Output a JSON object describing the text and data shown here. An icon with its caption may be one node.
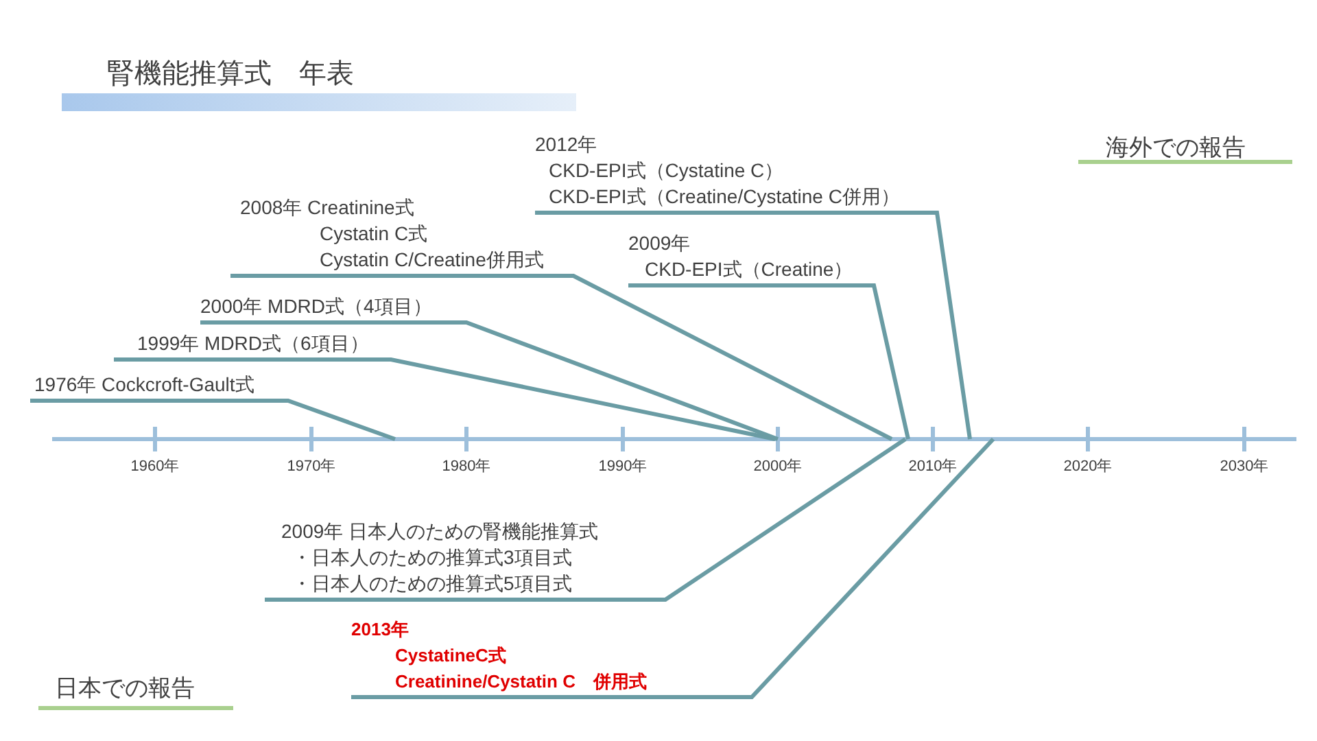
{
  "diagram": {
    "title": "腎機能推算式　年表",
    "nodes": [
      {
        "text": [
          "1976年 Cockcroft-Gault式"
        ]
      },
      {
        "text": [
          "1999年 MDRD式（6項目）"
        ]
      },
      {
        "text": [
          "2000年 MDRD式（4項目）"
        ]
      },
      {
        "text": [
          "2008年 Creatinine式",
          "Cystatin C式",
          "Cystatin C/Creatine併用式"
        ]
      },
      {
        "text": [
          "2009年",
          "CKD-EPI式（Creatine）"
        ]
      },
      {
        "text": [
          "2012年",
          "CKD-EPI式（Cystatine C）",
          "CKD-EPI式（Creatine/Cystatine C併用）"
        ]
      },
      {
        "text": [
          "2009年 日本人のための腎機能推算式",
          "・日本人のための推算式3項目式",
          "・日本人のための推算式5項目式"
        ]
      },
      {
        "text": [
          "2013年",
          "CystatineC式",
          "Creatinine/Cystatin C　併用式"
        ]
      }
    ],
    "edges": [
      {
        "from": 0,
        "to": null,
        "arrow": "none"
      },
      {
        "from": 1,
        "to": null,
        "arrow": "none"
      },
      {
        "from": 2,
        "to": null,
        "arrow": "none"
      },
      {
        "from": 3,
        "to": null,
        "arrow": "none"
      },
      {
        "from": 4,
        "to": null,
        "arrow": "none"
      },
      {
        "from": 5,
        "to": null,
        "arrow": "none"
      },
      {
        "from": 6,
        "to": null,
        "arrow": "none"
      },
      {
        "from": 7,
        "to": null,
        "arrow": "none"
      }
    ],
    "labels": [
      "海外での報告",
      "1960年",
      "1970年",
      "1980年",
      "1990年",
      "2000年",
      "2010年",
      "2020年",
      "2030年",
      "日本での報告"
    ]
  }
}
